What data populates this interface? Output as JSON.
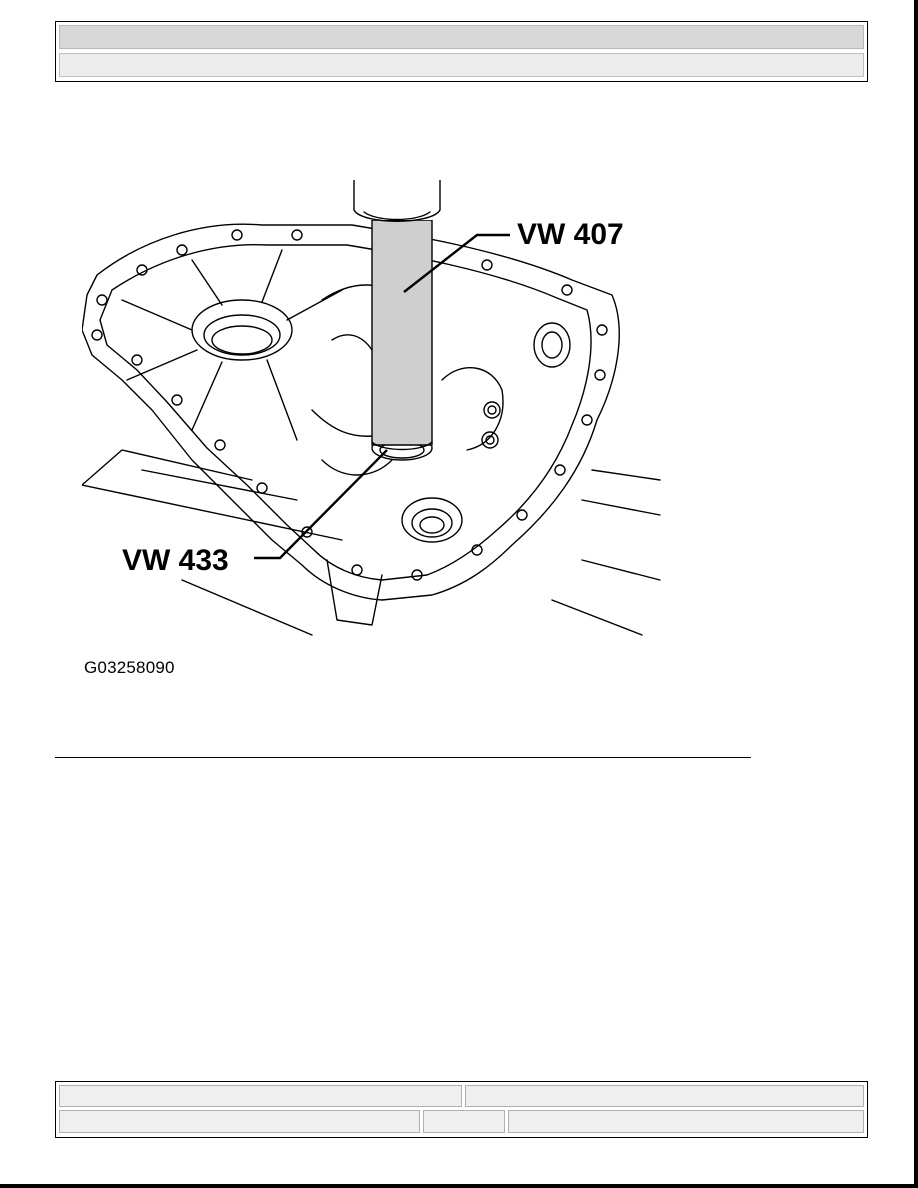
{
  "figure": {
    "id_label": "G03258090",
    "callouts": {
      "upper": "VW 407",
      "lower": "VW 433"
    }
  }
}
